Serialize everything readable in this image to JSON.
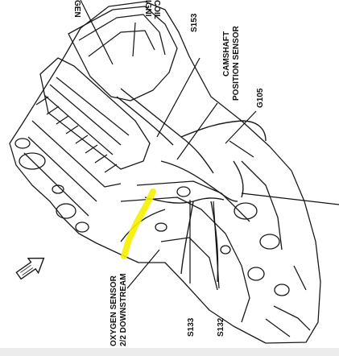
{
  "labels": {
    "gen_fragment": "GEN",
    "ignition_coil_line1": "IGNI",
    "ignition_coil_line2": "COIL",
    "splice_s153": "S153",
    "camshaft_line1": "CAMSHAFT",
    "camshaft_line2": "POSITION SENSOR",
    "ground_g105": "G105",
    "oxygen_line1": "OXYGEN SENSOR",
    "oxygen_line2": "2/2 DOWNSTREAM",
    "splice_s133": "S133",
    "splice_s132": "S132"
  },
  "colors": {
    "highlight": "#f4f000",
    "linework": "#1a1a1a",
    "background": "#ffffff",
    "bottom_bar": "#ececec"
  },
  "icons": {
    "direction_arrow": "forward-arrow-icon"
  }
}
